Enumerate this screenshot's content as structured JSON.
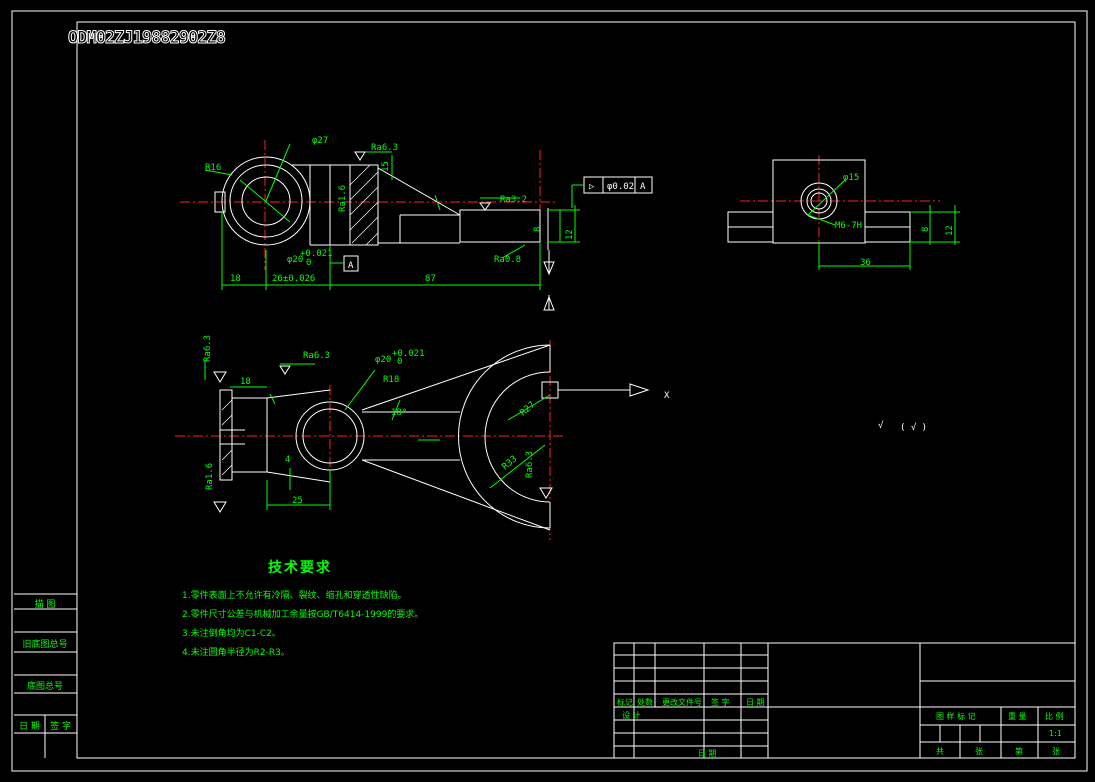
{
  "drawing_code": "ODM02ZJ19882902Z8",
  "front_view": {
    "dims": {
      "dia27": "φ27",
      "r16": "R16",
      "ra63_top": "Ra6.3",
      "dim15": "15",
      "ra16": "Ra1.6",
      "ra32": "Ra3.2",
      "dia20": "φ20",
      "dia20_tol_upper": "+0.021",
      "dia20_tol_lower": "0",
      "datum_a": "A",
      "dim18": "18",
      "dim26": "26±0.026",
      "dim87": "87",
      "dim8": "8",
      "dim12": "12",
      "ra08": "Ra0.8",
      "fcf_symbol": "▷",
      "fcf_value": "φ0.02",
      "fcf_datum": "A"
    }
  },
  "side_view": {
    "dims": {
      "dia15": "φ15",
      "m6": "M6-7H",
      "dim36": "36",
      "dim8": "8",
      "dim12": "12"
    }
  },
  "top_view": {
    "dims": {
      "ra63_left": "Ra6.3",
      "ra63_b": "Ra6.3",
      "dia20": "φ20",
      "dia20_tol_upper": "+0.021",
      "dia20_tol_lower": "0",
      "r18": "R18",
      "dim18": "18",
      "angle18": "18°",
      "r27": "R27",
      "r33": "R33",
      "ra63_right": "Ra6.3",
      "dim4": "4",
      "dim25": "25",
      "ra16": "Ra1.6",
      "view_x": "X"
    }
  },
  "roughness_note": {
    "symbol": "√",
    "paren": "( √ )"
  },
  "technical_requirements": {
    "title": "技术要求",
    "lines": [
      "1.零件表面上不允许有冷隔、裂纹、缩孔和穿透性缺陷。",
      "2.零件尺寸公差与机械加工余量按GB/T6414-1999的要求。",
      "3.未注倒角均为C1-C2。",
      "4.未注圆角半径为R2-R3。"
    ]
  },
  "left_strip": {
    "labels": [
      "描 图",
      "旧底图总号",
      "底图总号",
      "日 期",
      "签 字"
    ]
  },
  "title_block": {
    "labels": {
      "mark": "标记",
      "count": "处数",
      "doc_no": "更改文件号",
      "sign": "签 字",
      "date": "日 期",
      "design": "设 计",
      "date2": "日 期",
      "stage_mark": "图 样 标 记",
      "weight": "重 量",
      "scale": "比 例",
      "scale_value": "1:1",
      "total": "共",
      "sheets": "张",
      "page": "第",
      "sheet": "张"
    }
  },
  "colors": {
    "background": "#000000",
    "outline": "#ffffff",
    "dimension": "#00ff00",
    "centerline": "#ff2020"
  }
}
